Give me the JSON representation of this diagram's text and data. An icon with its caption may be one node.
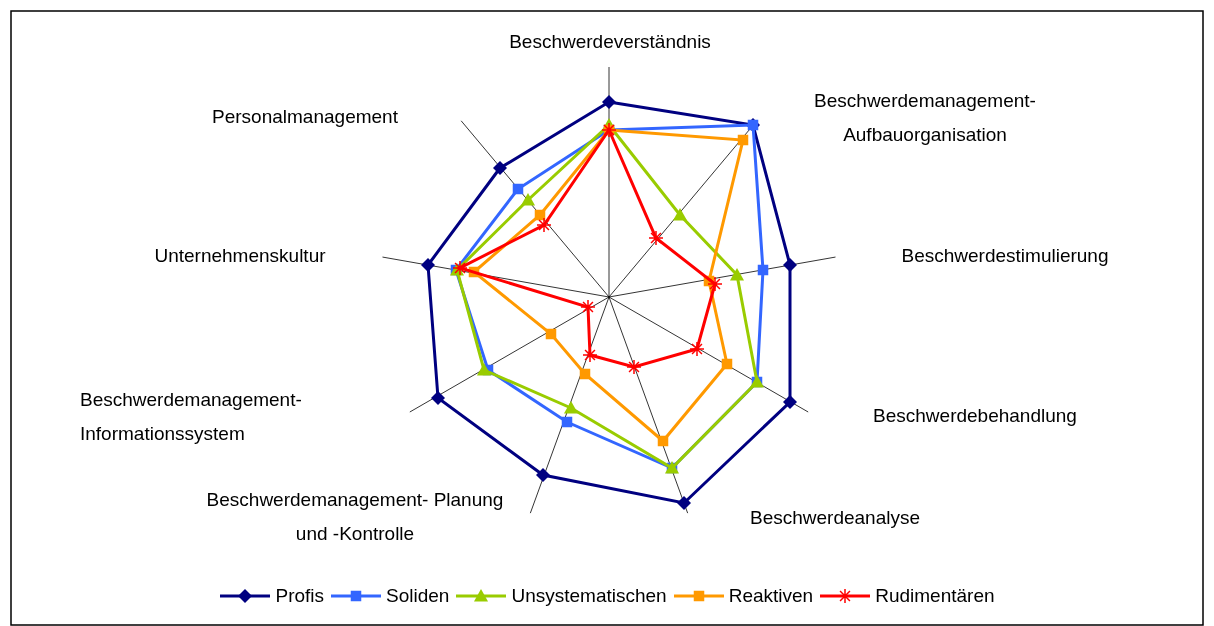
{
  "diagram": {
    "labels": [
      "Beschwerdeverständnis",
      "Beschwerdemanagement- Aufbauorganisation",
      "Personalmanagement",
      "Unternehmenskultur",
      "Beschwerdestimulierung",
      "Beschwerdemanagement- Informationssystem",
      "Beschwerdebehandlung",
      "Beschwerdemanagement- Planung und -Kontrolle",
      "Beschwerdeanalyse"
    ],
    "legend": [
      {
        "text": "Profis"
      },
      {
        "text": "Soliden"
      },
      {
        "text": "Unsystematischen"
      },
      {
        "text": "Reaktiven"
      },
      {
        "text": "Rudimentären"
      }
    ]
  }
}
